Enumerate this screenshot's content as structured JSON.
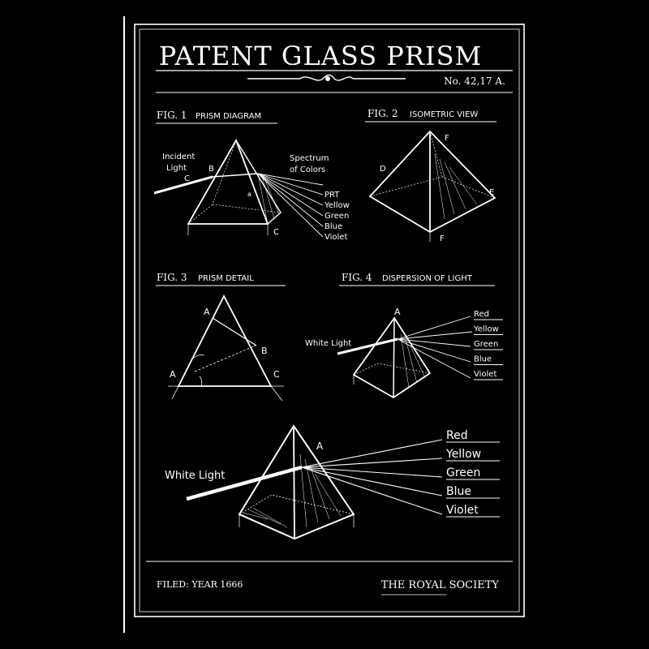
{
  "header": {
    "title": "PATENT GLASS PRISM",
    "patent_number": "No. 42,17 A."
  },
  "fig1": {
    "caption_prefix": "FIG. 1",
    "caption": "PRISM DIAGRAM",
    "incident_line1": "Incident",
    "incident_line2": "Light",
    "label_c_left": "C",
    "label_b": "B",
    "label_a": "a",
    "label_c_bottom": "C",
    "spectrum_line1": "Spectrum",
    "spectrum_line2": "of Colors",
    "colors": [
      "PRT",
      "Yellow",
      "Green",
      "Blue",
      "Violet"
    ]
  },
  "fig2": {
    "caption_prefix": "FIG. 2",
    "caption": "ISOMETRIC VIEW",
    "label_f_top": "F",
    "label_d": "D",
    "label_e": "E",
    "label_f_bottom": "F"
  },
  "fig3": {
    "caption_prefix": "FIG. 3",
    "caption": "PRISM DETAIL",
    "label_a_top": "A",
    "label_a_left": "A",
    "label_b": "B",
    "label_c": "C"
  },
  "fig4": {
    "caption_prefix": "FIG. 4",
    "caption": "DISPERSION OF LIGHT",
    "label_a": "A",
    "white_light": "White Light",
    "colors": [
      "Red",
      "Yellow",
      "Green",
      "Blue",
      "Violet"
    ]
  },
  "fig5": {
    "label_a": "A",
    "white_light": "White Light",
    "colors": [
      "Red",
      "Yellow",
      "Green",
      "Blue",
      "Violet"
    ]
  },
  "footer": {
    "filed": "FILED: YEAR 1666",
    "society": "THE ROYAL SOCIETY"
  }
}
